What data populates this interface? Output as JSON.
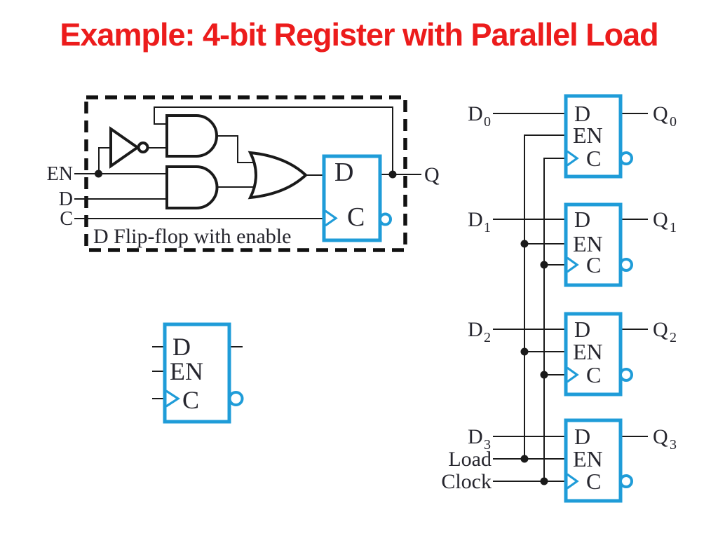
{
  "title": "Example: 4-bit Register with Parallel Load",
  "colors": {
    "title_red": "#ec1c1c",
    "flipflop_blue": "#1f9cd8",
    "wire_black": "#1a1a1a",
    "label_dark": "#26262e"
  },
  "enable_ff_detail": {
    "caption": "D Flip-flop with enable",
    "en_label": "EN",
    "d_label": "D",
    "c_label": "C",
    "q_label": "Q",
    "ff": {
      "d": "D",
      "c": "C"
    }
  },
  "ff_symbol": {
    "d": "D",
    "en": "EN",
    "c": "C"
  },
  "register": {
    "load_label": "Load",
    "clock_label": "Clock",
    "stages": [
      {
        "input": "D",
        "input_sub": "0",
        "output": "Q",
        "output_sub": "0",
        "d": "D",
        "en": "EN",
        "c": "C"
      },
      {
        "input": "D",
        "input_sub": "1",
        "output": "Q",
        "output_sub": "1",
        "d": "D",
        "en": "EN",
        "c": "C"
      },
      {
        "input": "D",
        "input_sub": "2",
        "output": "Q",
        "output_sub": "2",
        "d": "D",
        "en": "EN",
        "c": "C"
      },
      {
        "input": "D",
        "input_sub": "3",
        "output": "Q",
        "output_sub": "3",
        "d": "D",
        "en": "EN",
        "c": "C"
      }
    ]
  }
}
